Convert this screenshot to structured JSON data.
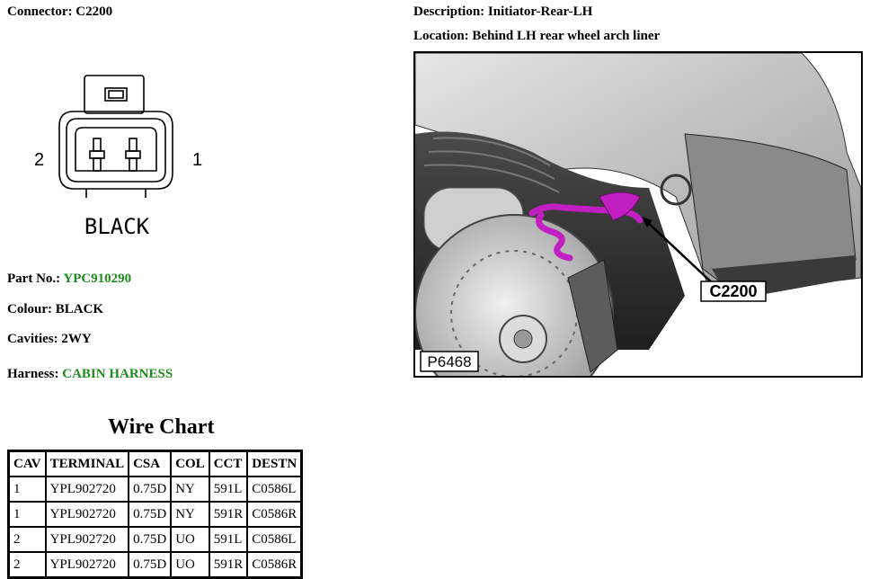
{
  "header": {
    "connector_label": "Connector:",
    "connector_value": "C2200",
    "description_label": "Description:",
    "description_value": "Initiator-Rear-LH",
    "location_label": "Location:",
    "location_value": "Behind LH rear wheel arch liner"
  },
  "diagram": {
    "pin_left": "2",
    "pin_right": "1",
    "colour_text": "BLACK"
  },
  "details": {
    "part_label": "Part No.:",
    "part_value": "YPC910290",
    "colour_label": "Colour:",
    "colour_value": "BLACK",
    "cavities_label": "Cavities:",
    "cavities_value": "2WY",
    "harness_label": "Harness:",
    "harness_value": "CABIN HARNESS"
  },
  "photo": {
    "callout": "C2200",
    "ref": "P6468"
  },
  "wire_chart": {
    "title": "Wire Chart",
    "headers": [
      "CAV",
      "TERMINAL",
      "CSA",
      "COL",
      "CCT",
      "DESTN"
    ],
    "rows": [
      [
        "1",
        "YPL902720",
        "0.75D",
        "NY",
        "591L",
        "C0586L"
      ],
      [
        "1",
        "YPL902720",
        "0.75D",
        "NY",
        "591R",
        "C0586R"
      ],
      [
        "2",
        "YPL902720",
        "0.75D",
        "UO",
        "591L",
        "C0586L"
      ],
      [
        "2",
        "YPL902720",
        "0.75D",
        "UO",
        "591R",
        "C0586R"
      ]
    ]
  },
  "colors": {
    "link_green": "#1e8c1e",
    "harness_magenta": "#c21fc2"
  }
}
